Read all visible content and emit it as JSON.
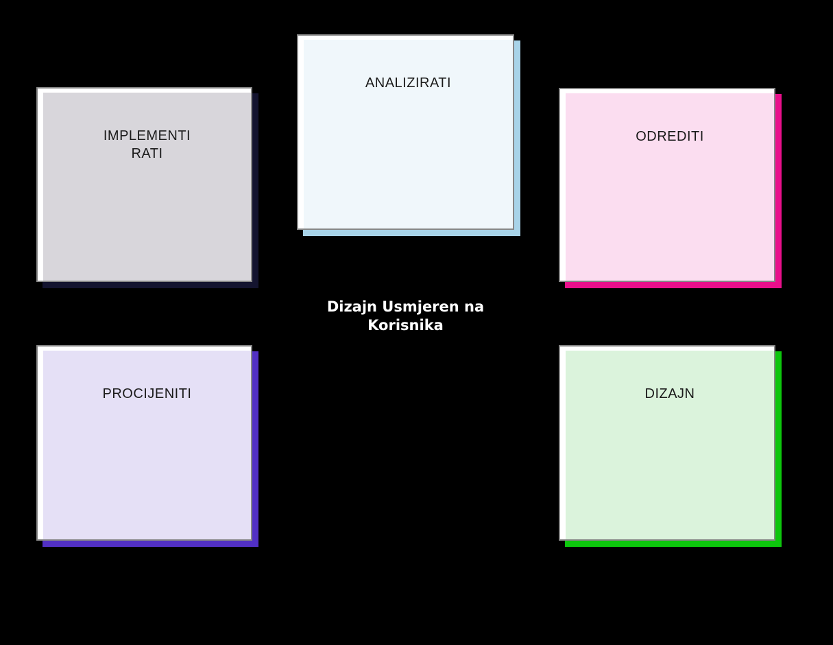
{
  "diagram": {
    "background": "#000000",
    "border_color": "#878787",
    "label_color": "#1b1b1b",
    "title": {
      "text": "Dizajn Usmjeren na\nKorisnika",
      "color": "#ffffff"
    },
    "boxes": [
      {
        "id": "analizirati",
        "label": "ANALIZIRATI",
        "fill": "#F0F7FB",
        "shadow": "#A8D3E8"
      },
      {
        "id": "implementirati",
        "label": "IMPLEMENTI\nRATI",
        "fill": "#D8D6DB",
        "shadow": "#14142F"
      },
      {
        "id": "odrediti",
        "label": "ODREDITI",
        "fill": "#FBDDF0",
        "shadow": "#E90F8B"
      },
      {
        "id": "procijeniti",
        "label": "PROCIJENITI",
        "fill": "#E5E0F6",
        "shadow": "#5230C4"
      },
      {
        "id": "dizajn",
        "label": "DIZAJN",
        "fill": "#DBF3DC",
        "shadow": "#0DC60D"
      }
    ]
  }
}
